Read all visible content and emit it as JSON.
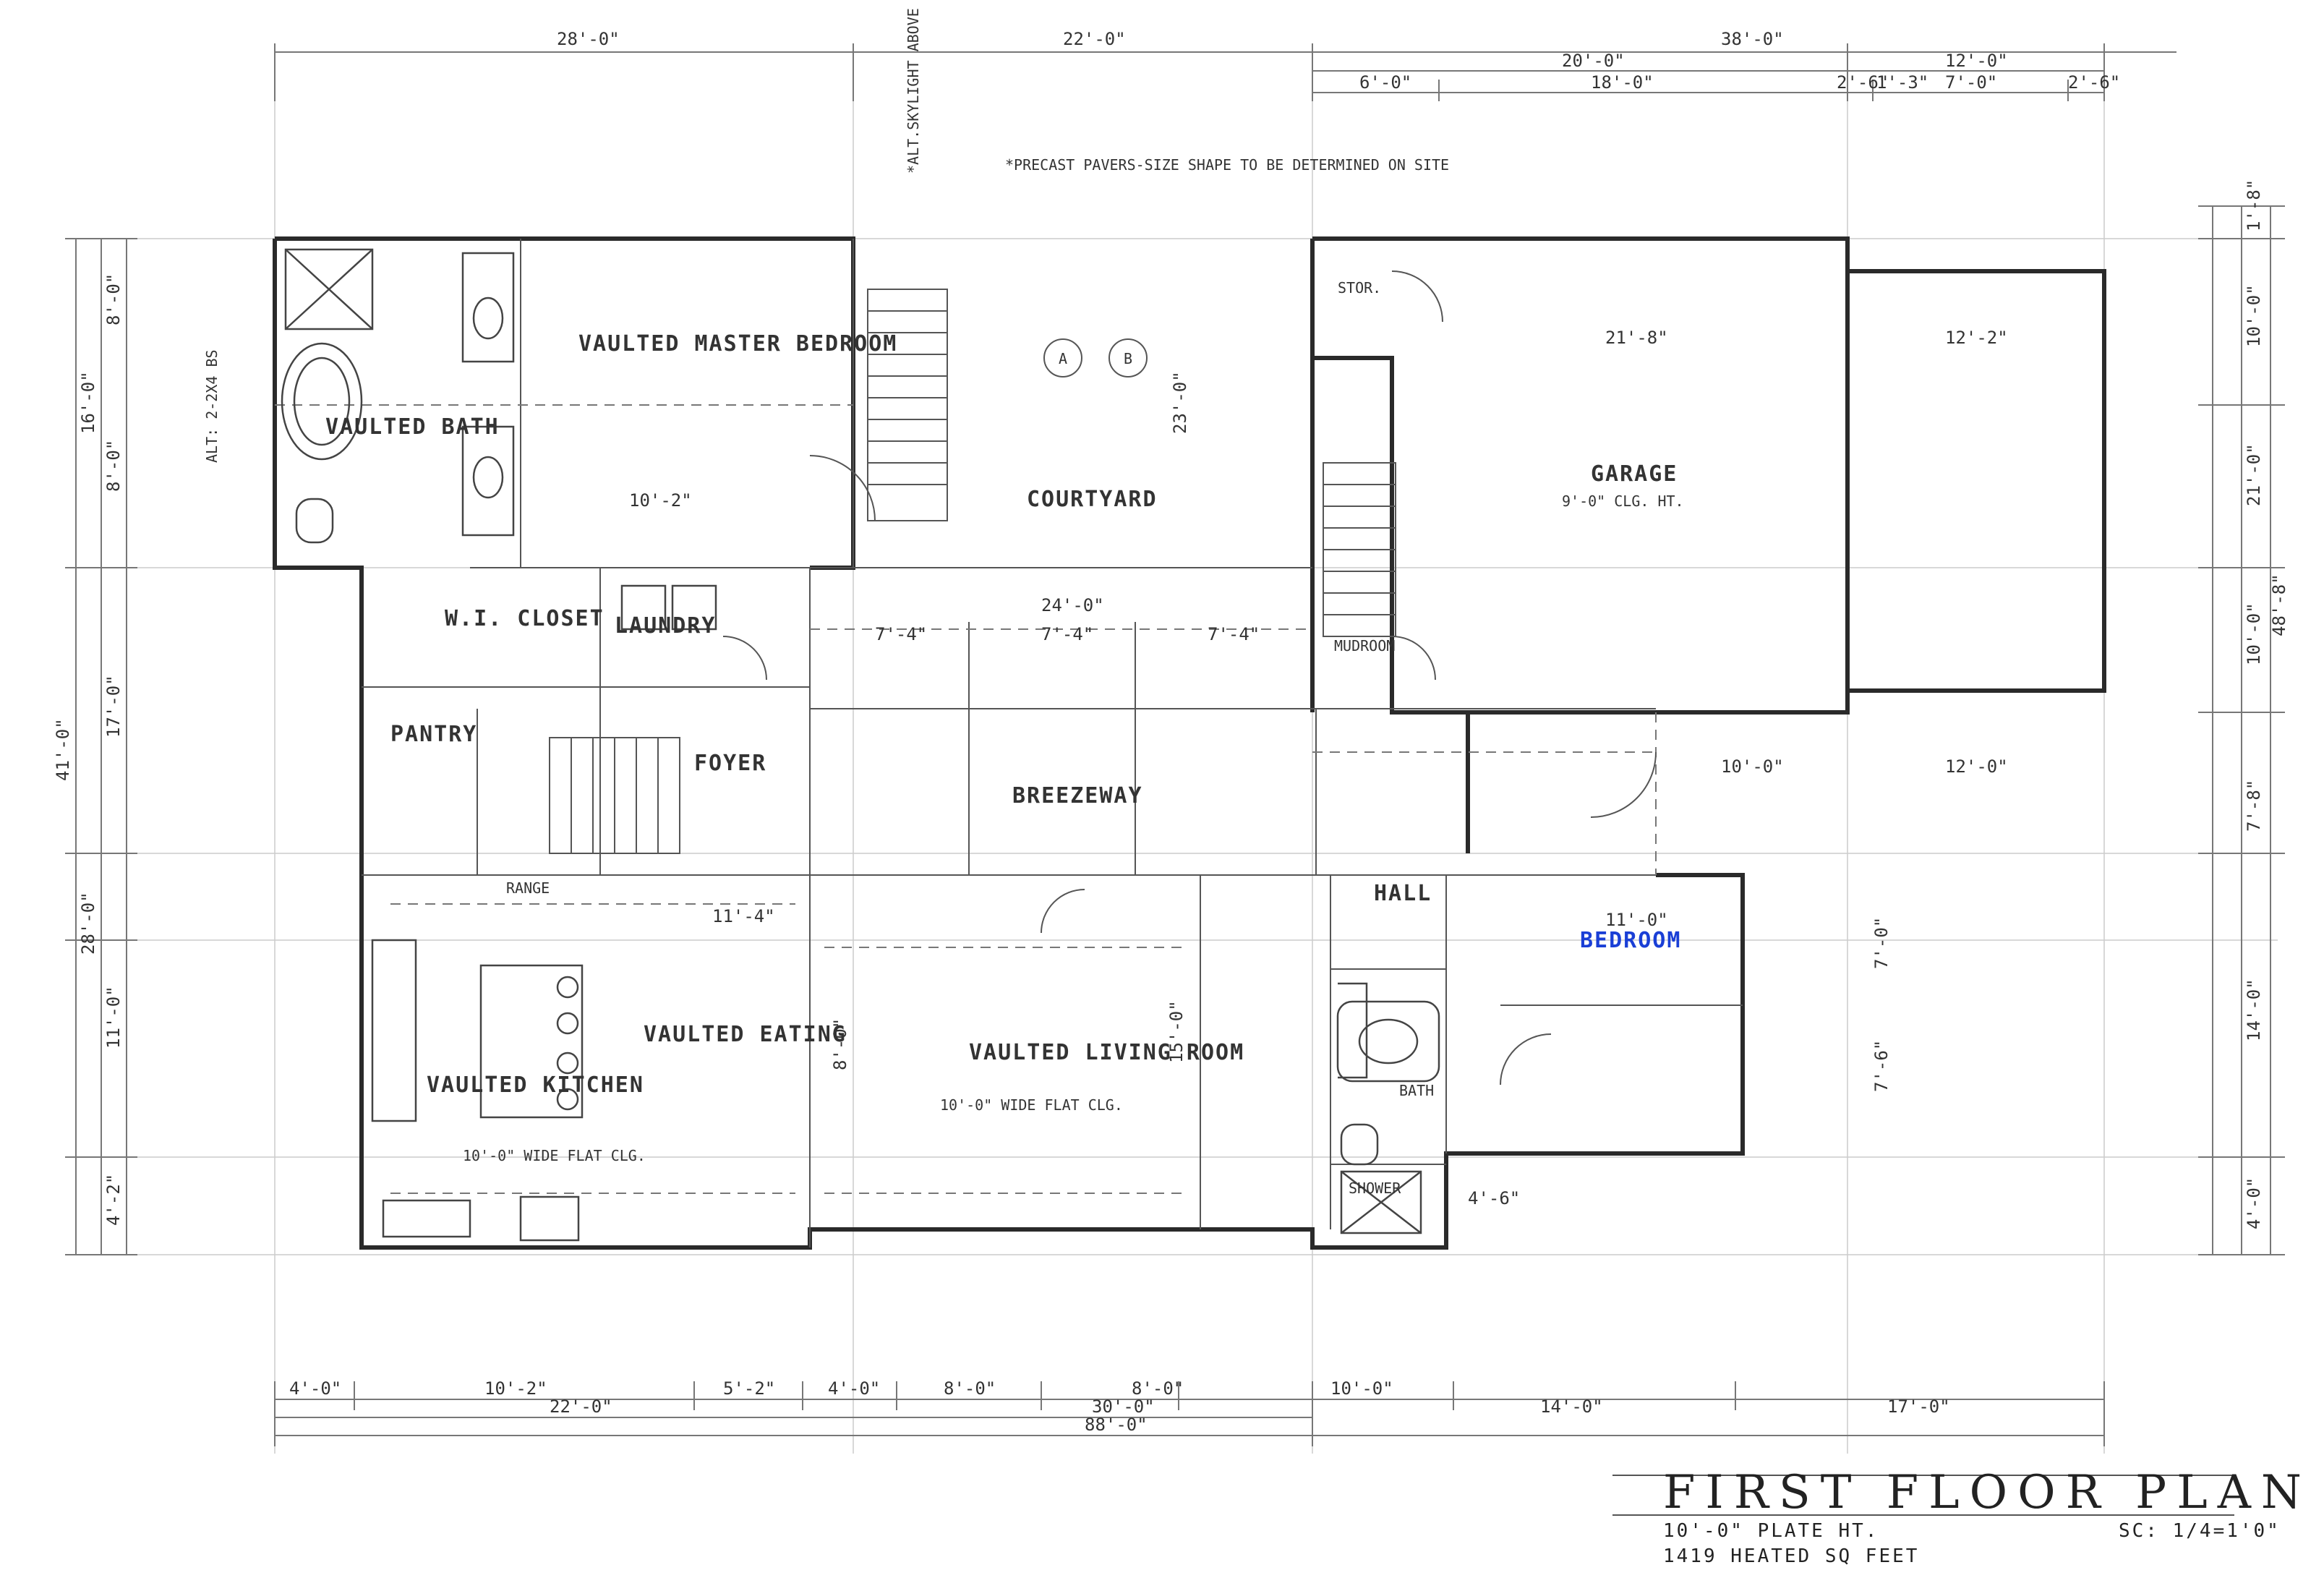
{
  "title": {
    "heading": "FIRST FLOOR PLAN",
    "plate_height": "10'-0\" PLATE HT.",
    "heated_sqft": "1419 HEATED SQ FEET",
    "scale": "SC: 1/4=1'0\""
  },
  "notes": {
    "courtyard_note": "*PRECAST PAVERS-SIZE SHAPE TO BE DETERMINED ON SITE",
    "skylight_note": "*ALT.SKYLIGHT ABOVE",
    "tub_note": "ALT: 2-2X4 BS"
  },
  "rooms": {
    "master_bedroom": "VAULTED MASTER BEDROOM",
    "master_bath": "VAULTED BATH",
    "walkin_closet": "W.I. CLOSET",
    "laundry": "LAUNDRY",
    "courtyard": "COURTYARD",
    "garage": "GARAGE",
    "garage_ceiling": "9'-0\" CLG. HT.",
    "pantry": "PANTRY",
    "foyer": "FOYER",
    "breezeway": "BREEZEWAY",
    "kitchen": "VAULTED KITCHEN",
    "eating": "VAULTED EATING",
    "living_room": "VAULTED LIVING ROOM",
    "living_note": "10'-0\" WIDE FLAT CLG.",
    "kitchen_note": "10'-0\" WIDE FLAT CLG.",
    "hall": "HALL",
    "bedroom": "BEDROOM",
    "bath": "BATH",
    "mudroom": "MUDROOM",
    "storage": "STOR.",
    "shower": "SHOWER",
    "range": "RANGE"
  },
  "markers": {
    "section_a": "A",
    "section_b": "B"
  },
  "dimensions": {
    "top": [
      "28'-0\"",
      "22'-0\"",
      "38'-0\"",
      "20'-0\"",
      "12'-0\"",
      "6'-0\"",
      "18'-0\"",
      "2'-6\"",
      "1'-3\"",
      "7'-0\"",
      "2'-6\""
    ],
    "bottom": [
      "4'-0\"",
      "10'-2\"",
      "22'-0\"",
      "5'-2\"",
      "4'-0\"",
      "8'-0\"",
      "8'-0\"",
      "30'-0\"",
      "88'-0\"",
      "10'-0\"",
      "14'-0\"",
      "17'-0\""
    ],
    "left": [
      "8'-0\"",
      "16'-0\"",
      "8'-0\"",
      "41'-0\"",
      "17'-0\"",
      "28'-0\"",
      "11'-0\"",
      "4'-2\""
    ],
    "right": [
      "1'-8\"",
      "10'-0\"",
      "21'-0\"",
      "10'-0\"",
      "48'-8\"",
      "7'-8\"",
      "14'-0\"",
      "4'-0\""
    ],
    "interior": [
      "10'-2\"",
      "24'-0\"",
      "7'-4\"",
      "7'-4\"",
      "7'-4\"",
      "21'-8\"",
      "23'-0\"",
      "12'-2\"",
      "10'-0\"",
      "12'-0\"",
      "11'-4\"",
      "8'-0\"",
      "11'-0\"",
      "7'-0\"",
      "7'-6\"",
      "15'-0\"",
      "4'-6\""
    ]
  }
}
